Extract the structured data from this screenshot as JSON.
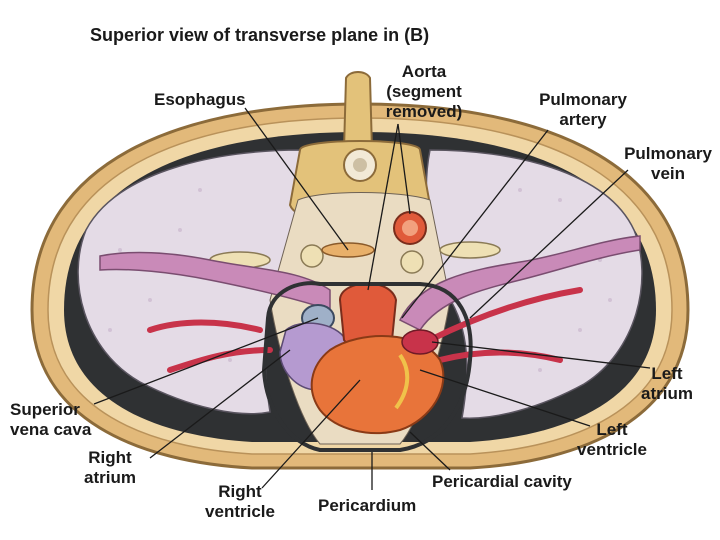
{
  "title": "Superior view of transverse plane in (B)",
  "labels": {
    "esophagus": "Esophagus",
    "aorta": [
      "Aorta",
      "(segment",
      "removed)"
    ],
    "pulmonary_artery": [
      "Pulmonary",
      "artery"
    ],
    "pulmonary_vein": [
      "Pulmonary",
      "vein"
    ],
    "left_atrium": [
      "Left",
      "atrium"
    ],
    "left_ventricle": [
      "Left",
      "ventricle"
    ],
    "pericardial_cavity": "Pericardial cavity",
    "pericardium": "Pericardium",
    "right_ventricle": [
      "Right",
      "ventricle"
    ],
    "right_atrium": [
      "Right",
      "atrium"
    ],
    "superior_vena_cava": [
      "Superior",
      "vena cava"
    ]
  },
  "colors": {
    "bone": "#e3c27a",
    "lung": "#e4dbe6",
    "pleura_dark": "#2f3133",
    "heart_ventricle": "#e8743a",
    "aorta": "#e05a3a",
    "pulmonary_artery": "#c98ab8",
    "pulmonary_vein": "#c8334a",
    "right_atrium": "#b59ad0",
    "airway": "#eee0b4"
  }
}
